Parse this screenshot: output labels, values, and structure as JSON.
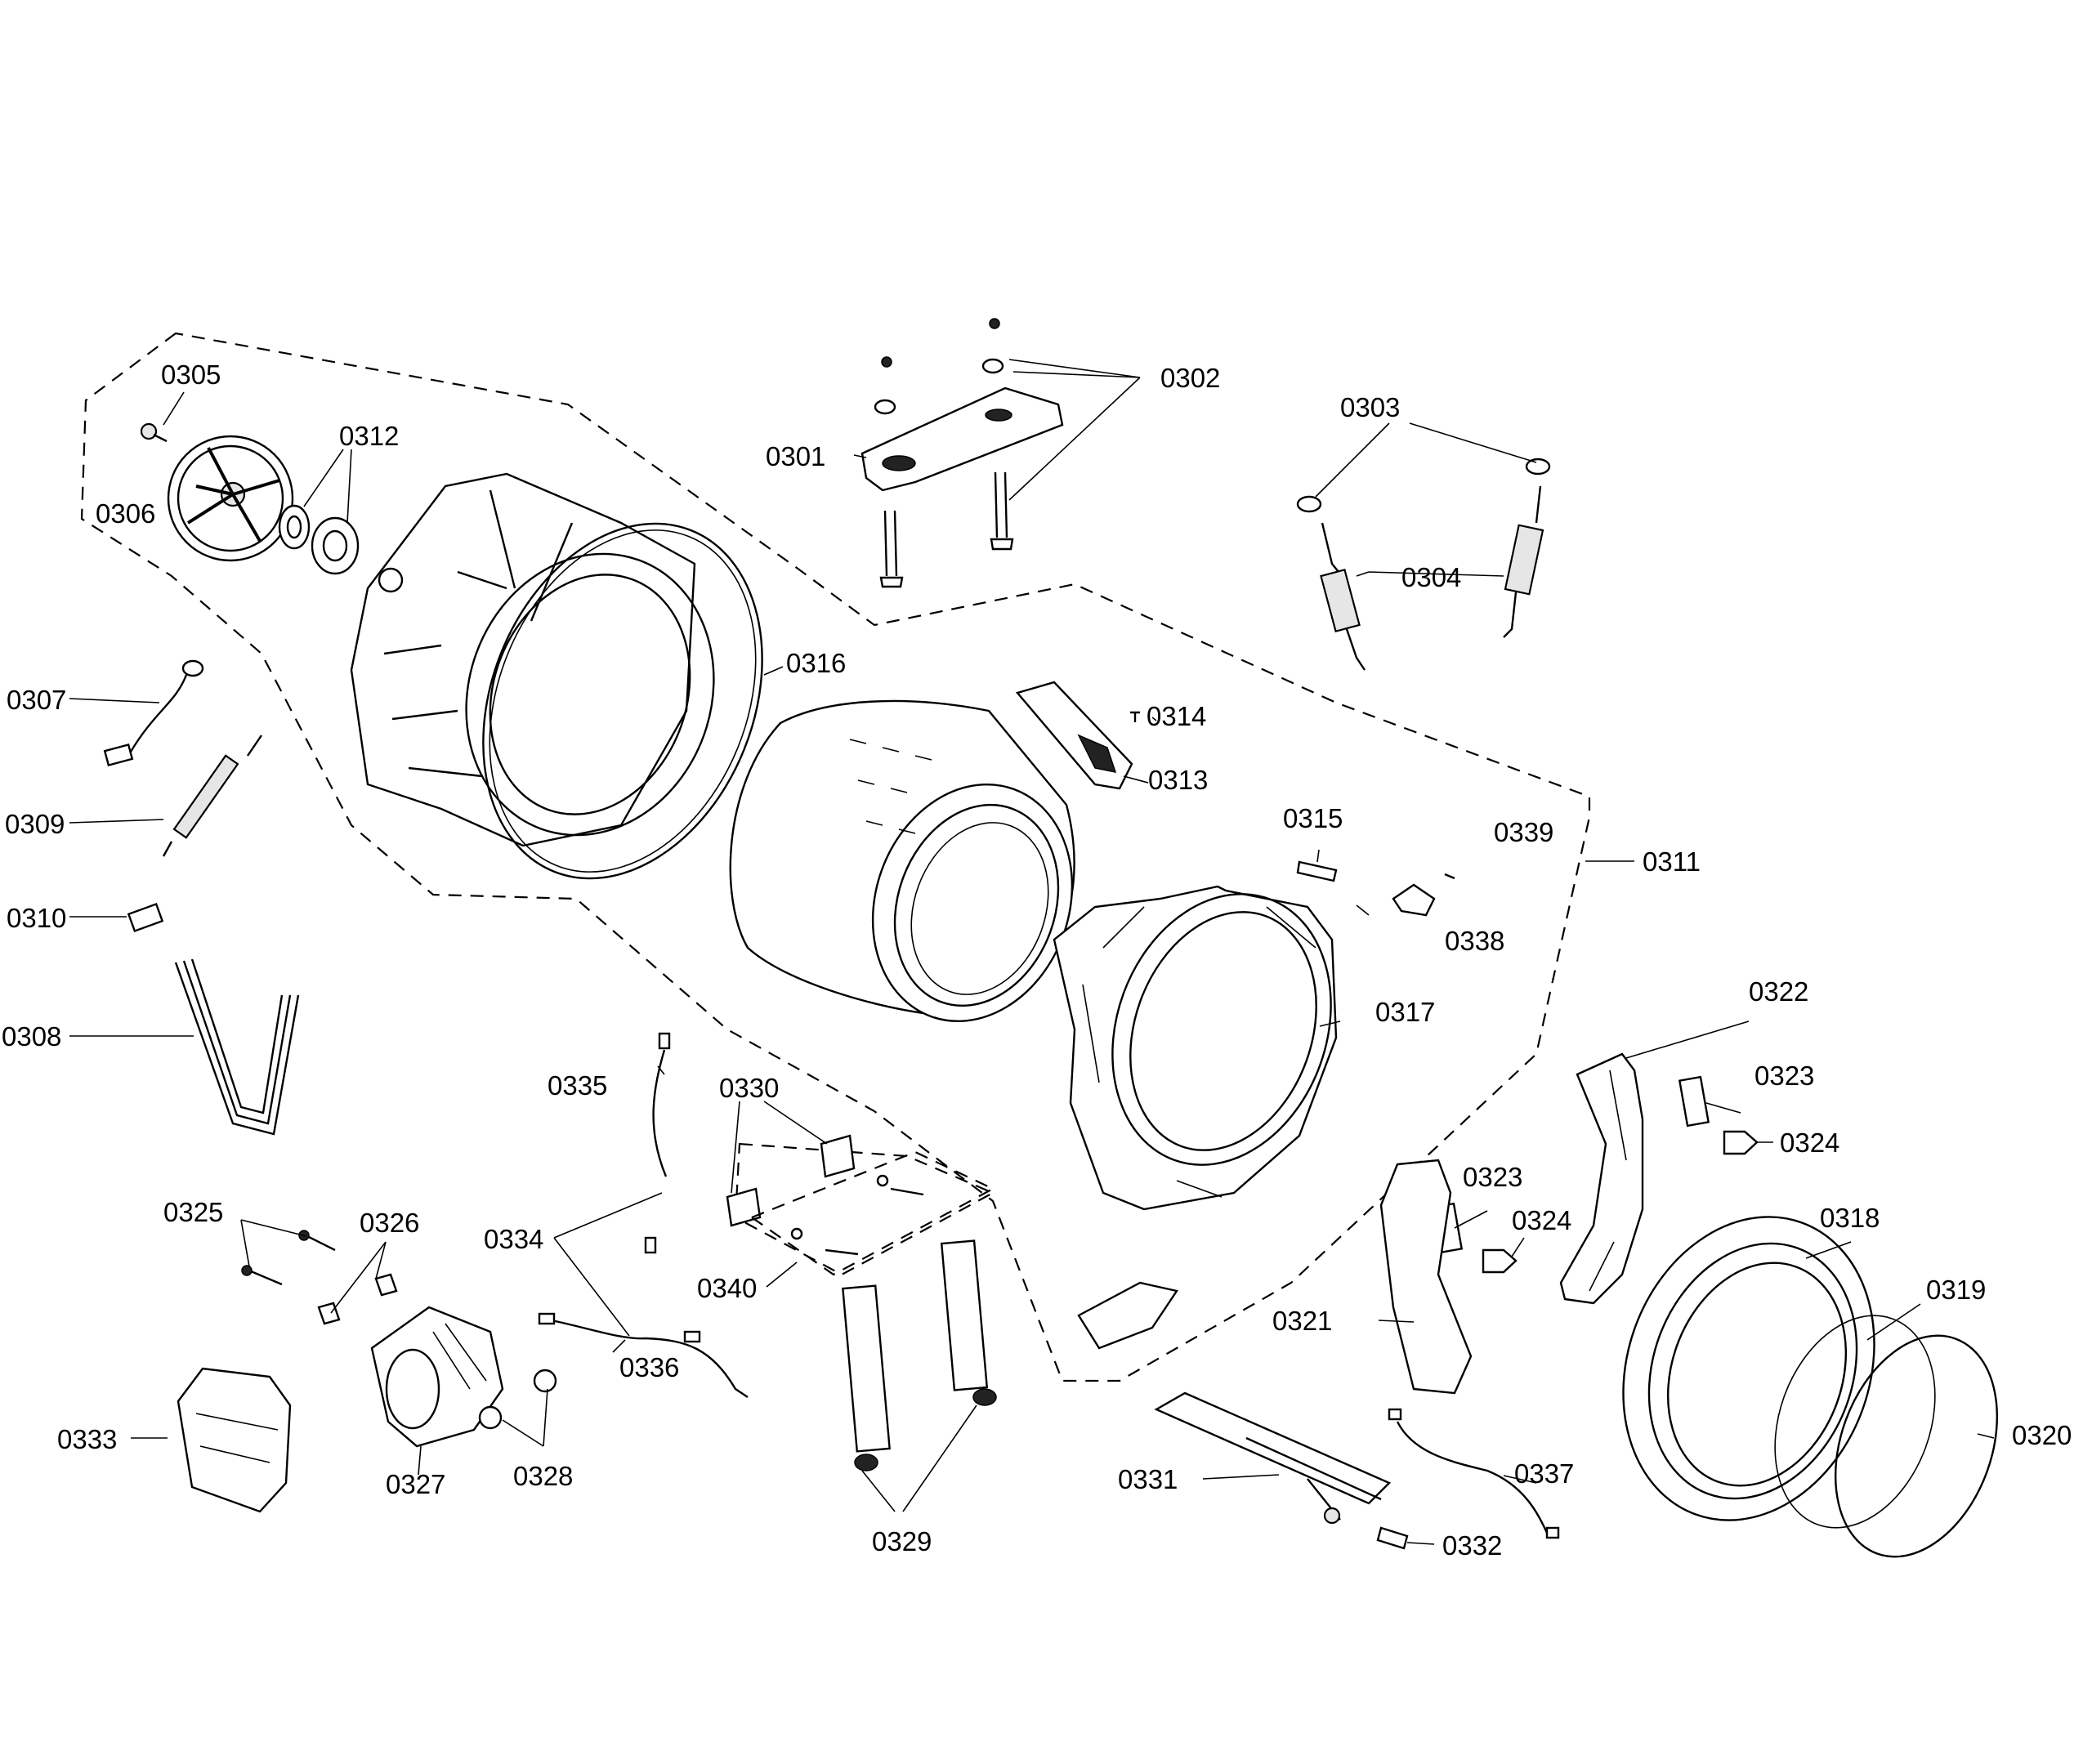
{
  "diagram": {
    "labels": {
      "p0301": "0301",
      "p0302": "0302",
      "p0303": "0303",
      "p0304": "0304",
      "p0305": "0305",
      "p0306": "0306",
      "p0307": "0307",
      "p0308": "0308",
      "p0309": "0309",
      "p0310": "0310",
      "p0311": "0311",
      "p0312": "0312",
      "p0313": "0313",
      "p0314": "0314",
      "p0315": "0315",
      "p0316": "0316",
      "p0317": "0317",
      "p0318": "0318",
      "p0319": "0319",
      "p0320": "0320",
      "p0321": "0321",
      "p0322": "0322",
      "p0323a": "0323",
      "p0323b": "0323",
      "p0324a": "0324",
      "p0324b": "0324",
      "p0325": "0325",
      "p0326": "0326",
      "p0327": "0327",
      "p0328": "0328",
      "p0329": "0329",
      "p0330": "0330",
      "p0331": "0331",
      "p0332": "0332",
      "p0333": "0333",
      "p0334": "0334",
      "p0335": "0335",
      "p0336": "0336",
      "p0337": "0337",
      "p0338": "0338",
      "p0339": "0339",
      "p0340": "0340"
    }
  }
}
